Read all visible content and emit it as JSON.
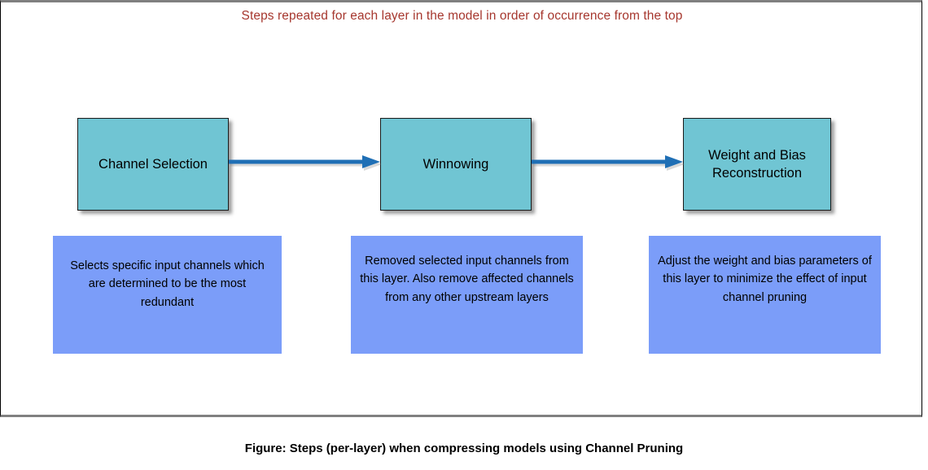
{
  "figure": {
    "heading": "Steps repeated for each layer in the model in order of occurrence from the top",
    "heading_color": "#A6372E",
    "caption": "Figure: Steps (per-layer) when compressing models using Channel Pruning",
    "frame_border_color": "#000000",
    "background_color": "#FFFFFF"
  },
  "palette": {
    "stage_fill": "#70C5D3",
    "stage_border": "#1A1A1A",
    "description_fill": "#7B9DF9",
    "arrow_color": "#1F6FB5",
    "text_color": "#000000"
  },
  "stages": [
    {
      "id": "channel-selection",
      "label": "Channel Selection",
      "description": "Selects specific input channels which are determined to be the most redundant"
    },
    {
      "id": "winnowing",
      "label": "Winnowing",
      "description": "Removed selected input channels from this layer. Also remove affected channels from any other upstream layers"
    },
    {
      "id": "weight-and-bias-reconstruction",
      "label": "Weight and Bias Reconstruction",
      "description": "Adjust the weight and bias parameters of this layer to minimize the effect of input channel pruning"
    }
  ],
  "connectors": [
    {
      "id": "arrow-1",
      "from": "channel-selection",
      "to": "winnowing",
      "icon": "right-arrow-icon"
    },
    {
      "id": "arrow-2",
      "from": "winnowing",
      "to": "weight-and-bias-reconstruction",
      "icon": "right-arrow-icon"
    }
  ]
}
